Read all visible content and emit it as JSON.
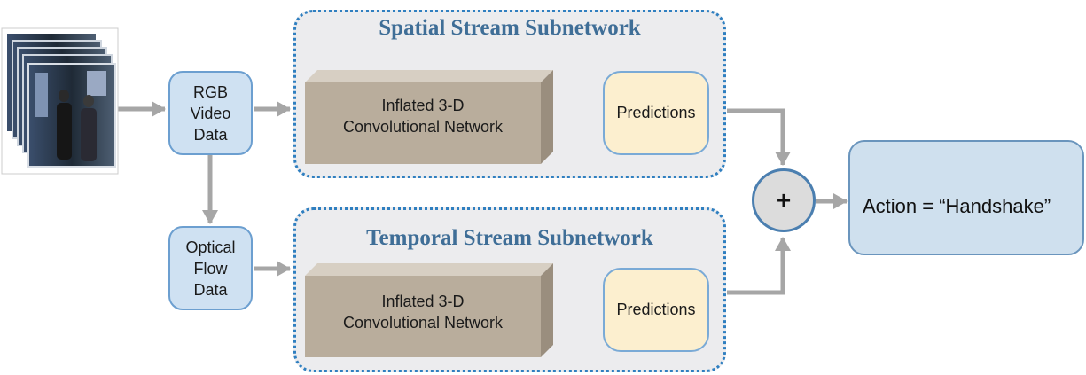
{
  "video": {
    "icon": "video-frames-icon"
  },
  "rgb_node": {
    "label": "RGB\nVideo\nData"
  },
  "flow_node": {
    "label": "Optical\nFlow\nData"
  },
  "spatial": {
    "title": "Spatial Stream Subnetwork",
    "network_label": "Inflated 3-D\nConvolutional Network",
    "predictions_label": "Predictions"
  },
  "temporal": {
    "title": "Temporal Stream Subnetwork",
    "network_label": "Inflated 3-D\nConvolutional Network",
    "predictions_label": "Predictions"
  },
  "fusion": {
    "symbol": "+"
  },
  "output": {
    "label": "Action = “Handshake”"
  },
  "colors": {
    "stream_border": "#2f7fc0",
    "stream_title": "#3f6e97",
    "network_block": "#b9ad9c",
    "predictions_fill": "#fcefcf",
    "node_fill": "#cfe1f2",
    "arrow": "#a6a6a6"
  }
}
